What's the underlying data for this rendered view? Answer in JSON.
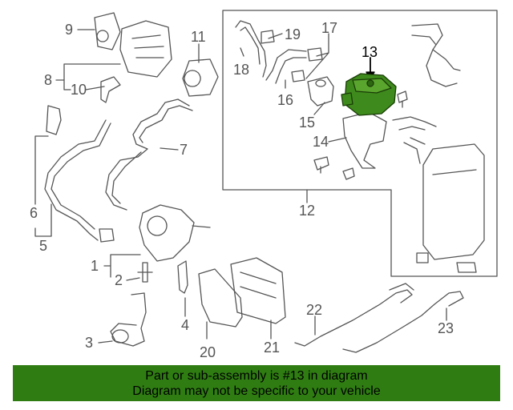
{
  "callouts": [
    "9",
    "8",
    "10",
    "11",
    "19",
    "17",
    "18",
    "16",
    "13",
    "15",
    "14",
    "12",
    "7",
    "6",
    "5",
    "1",
    "2",
    "3",
    "4",
    "20",
    "21",
    "22",
    "23"
  ],
  "banner": {
    "line1": "Part or sub-assembly is #13 in diagram",
    "line2": "Diagram may not be specific to your vehicle"
  },
  "highlight_part": "13",
  "colors": {
    "line": "#555555",
    "highlight_fill": "#3e8a1c",
    "banner_bg": "#2f7d12",
    "banner_text": "#000000"
  }
}
